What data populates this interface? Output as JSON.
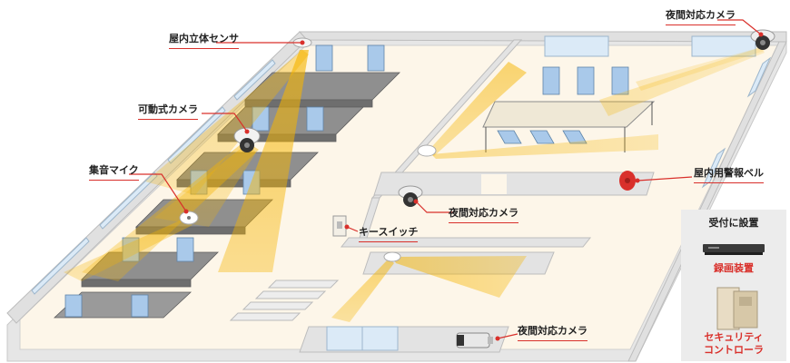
{
  "labels": {
    "sensor": "屋内立体センサ",
    "movable_camera": "可動式カメラ",
    "microphone": "集音マイク",
    "night_camera_top": "夜間対応カメラ",
    "night_camera_mid": "夜間対応カメラ",
    "night_camera_bottom": "夜間対応カメラ",
    "key_switch": "キースイッチ",
    "alarm_bell": "屋内用警報ベル"
  },
  "legend": {
    "header": "受付に設置",
    "recorder": "録画装置",
    "controller_line1": "セキュリティ",
    "controller_line2": "コントローラ"
  },
  "colors": {
    "accent_red": "#d9302b",
    "coverage_yellow": "#f5b400",
    "floor": "#fdf6e9",
    "wall": "#e3e3e3"
  }
}
